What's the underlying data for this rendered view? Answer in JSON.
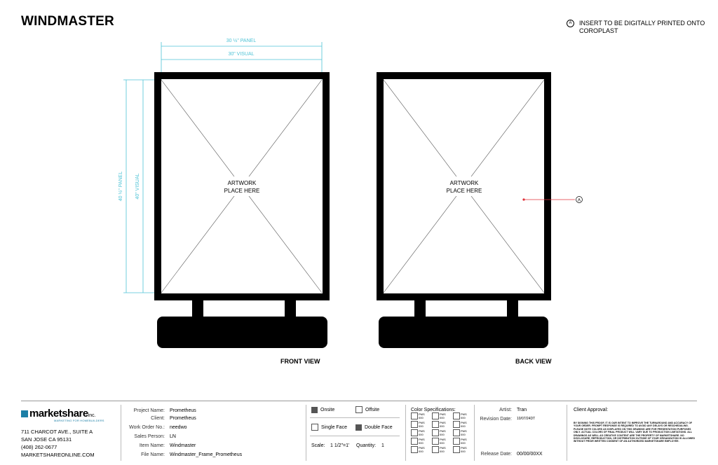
{
  "title": "WINDMASTER",
  "note": {
    "marker": "A",
    "text": "INSERT TO BE DIGITALLY PRINTED ONTO COROPLAST"
  },
  "dimensions": {
    "panel_width": "30 ½\" PANEL",
    "visual_width": "30\" VISUAL",
    "panel_height": "40 ½\" PANEL",
    "visual_height": "40\" VISUAL"
  },
  "front": {
    "artwork": [
      "ARTWORK",
      "PLACE HERE"
    ],
    "label": "FRONT VIEW"
  },
  "back": {
    "artwork": [
      "ARTWORK",
      "PLACE HERE"
    ],
    "label": "BACK VIEW",
    "callout": "A"
  },
  "colors": {
    "dimension": "#4fc3d6",
    "callout": "#e0303a",
    "brand": "#1c7fa6"
  },
  "company": {
    "logo_name": "marketshare",
    "logo_suffix": "inc.",
    "tagline": "MARKETING FOR HOMEBUILDERS",
    "address1": "711 CHARCOT AVE., SUITE A",
    "address2": "SAN JOSE CA 95131",
    "phone": "(408) 262-0677",
    "website": "MARKETSHAREONLINE.COM"
  },
  "project": {
    "rows": [
      {
        "label": "Project Name:",
        "value": "Prometheus"
      },
      {
        "label": "Client:",
        "value": "Prometheus"
      },
      {
        "label": "Work Order No.:",
        "value": "needwo"
      },
      {
        "label": "Sales Person:",
        "value": "LN"
      },
      {
        "label": "Item Name:",
        "value": "Windmaster"
      },
      {
        "label": "File Name:",
        "value": "Windmaster_Frame_Prometheus"
      }
    ]
  },
  "options": {
    "onsite": "Onsite",
    "offsite": "Offsite",
    "single_face": "Single Face",
    "double_face": "Double Face",
    "scale_label": "Scale:",
    "scale_value": "1 1/2\"=1'",
    "quantity_label": "Quantity:",
    "quantity_value": "1"
  },
  "color_specs": {
    "title": "Color Specifications:",
    "pms_label": "PMS",
    "pms_value": "000"
  },
  "artist": {
    "artist_label": "Artist:",
    "artist_value": "Tran",
    "revision_label": "Revision Date:",
    "revision_value": "10/07/24DT",
    "release_label": "Release Date:",
    "release_value": "00/00/00XX"
  },
  "approval": {
    "title": "Client Approval:",
    "fine_print": "BY SIGNING THIS PROOF, IT IS OUR INTENT TO IMPROVE THE TURNAROUND AND ACCURACY OF YOUR ORDER. PROMPT RESPONSE IS REQUIRED TO AVOID ANY DELAYS OR RESCHEDULING. PLEASE NOTE COLORS AS DISPLAYED ON THIS DRAWING ARE FOR PRESENTATION PURPOSES ONLY. ACTUAL COLORS OF FINAL PRODUCT WILL VARY DUE TO PRODUCTION LIMITATIONS. ALL DRAWINGS AS WELL AS CREATIVE CONTENT ARE THE PROPERTY OF MARKETSHARE. NO DISCLOSURE, REPRODUCTION, OR DISTRIBUTION OUTSIDE OF YOUR ORGANIZATION IS ALLOWED WITHOUT PRIOR WRITTEN CONSENT OF AN AUTHORIZED MARKETSHARE EMPLOYEE."
  }
}
